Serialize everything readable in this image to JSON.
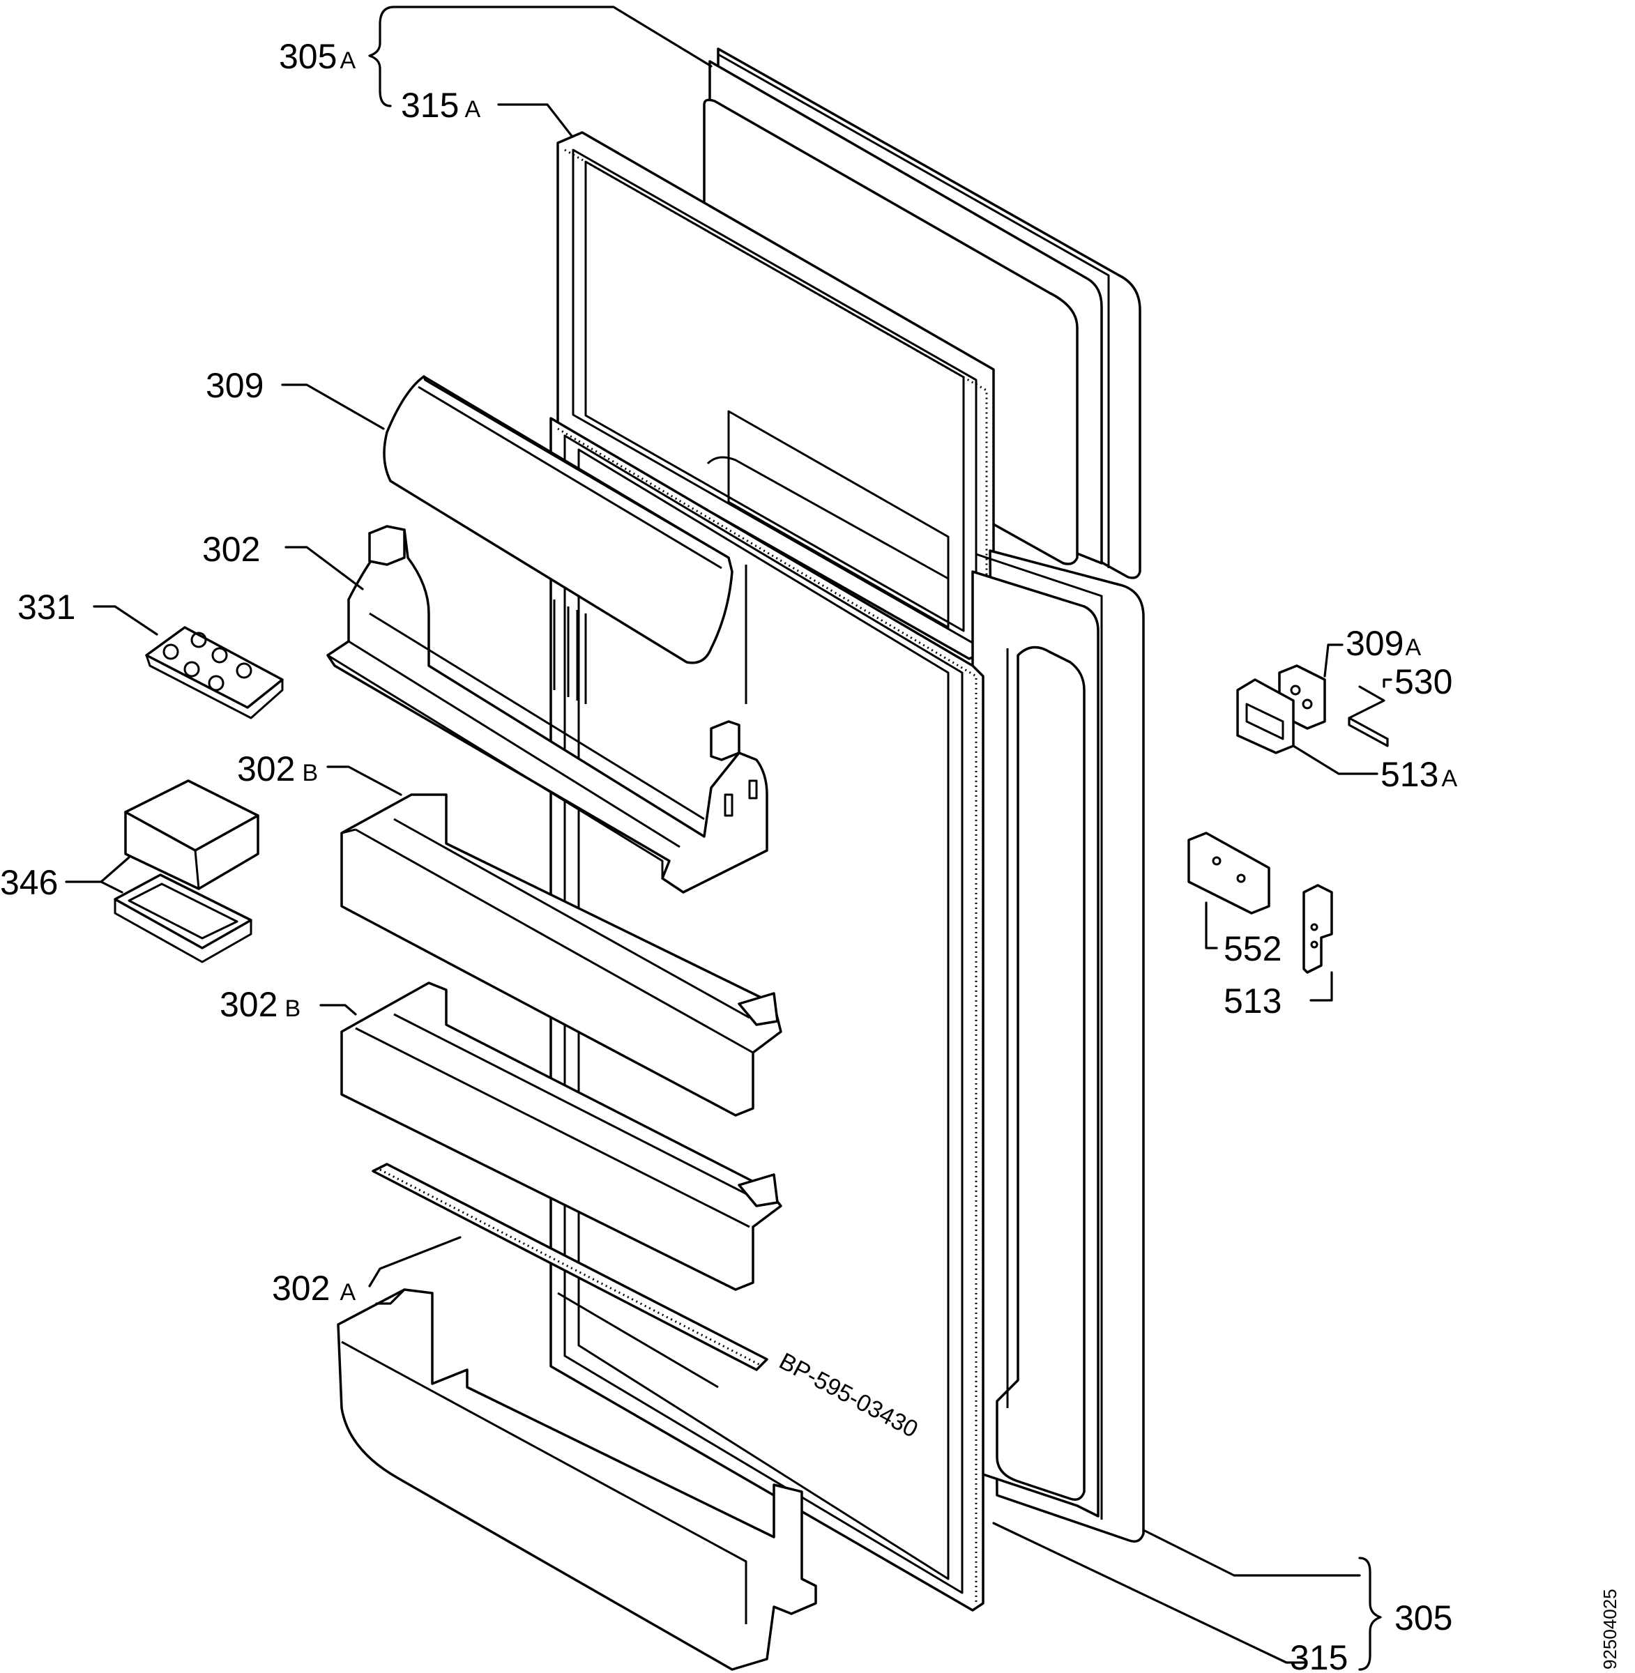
{
  "labels": {
    "l305a": "305",
    "l305a_suffix": "A",
    "l315a": "315",
    "l315a_suffix": "A",
    "l309": "309",
    "l302": "302",
    "l331": "331",
    "l302b_1": "302",
    "l302b_1_suffix": "B",
    "l346": "346",
    "l302b_2": "302",
    "l302b_2_suffix": "B",
    "l302a": "302",
    "l302a_suffix": "A",
    "l309a": "309",
    "l309a_suffix": "A",
    "l530": "530",
    "l513a": "513",
    "l513a_suffix": "A",
    "l552": "552",
    "l513": "513",
    "l305": "305",
    "l315": "315"
  },
  "document_number": "92504025",
  "stamp_text": "BP-595-03430"
}
